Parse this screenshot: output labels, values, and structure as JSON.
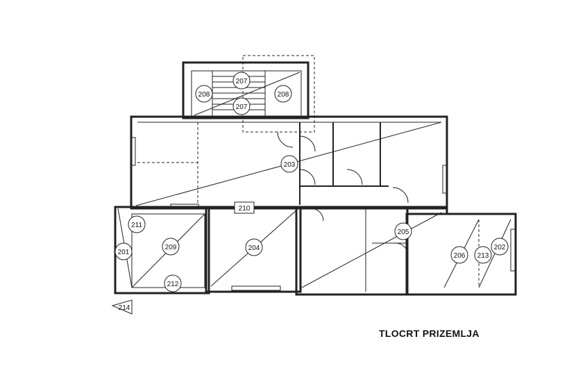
{
  "caption": "TLOCRT PRIZEMLJA",
  "room_labels": {
    "r201": "201",
    "r202": "202",
    "r203": "203",
    "r204": "204",
    "r205": "205",
    "r206": "206",
    "r207a": "207",
    "r207b": "207",
    "r208a": "208",
    "r208b": "208",
    "r209": "209",
    "r210": "210",
    "r211": "211",
    "r212": "212",
    "r213": "213",
    "r214": "214"
  }
}
